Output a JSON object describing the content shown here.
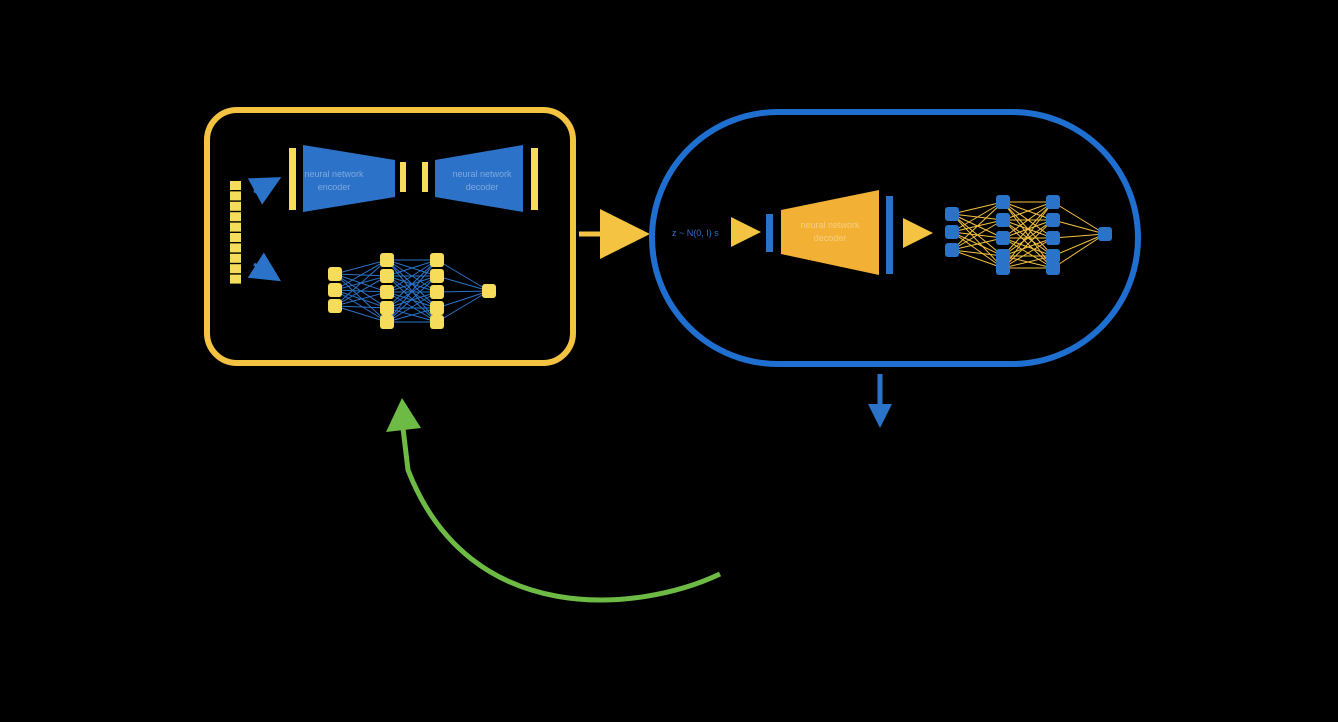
{
  "colors": {
    "background": "#000000",
    "training_box": "#f5c342",
    "generation_box": "#1f6fd1",
    "feedback_arrow": "#6dbb45",
    "encoder_fill": "#2b72c8",
    "decoder_fill": "#f2b035",
    "yellow_node": "#f5dc5a",
    "blue_node": "#2a73c9"
  },
  "training_block": {
    "encoder_label_line1": "neural network",
    "encoder_label_line2": "encoder",
    "decoder_label_line1": "neural network",
    "decoder_label_line2": "decoder"
  },
  "generation_block": {
    "sample_label": "z ~ N(0, I) s",
    "decoder_label_line1": "neural network",
    "decoder_label_line2": "decoder"
  },
  "icons": {
    "right_arrow": "arrow-right-icon",
    "down_arrow": "arrow-down-icon",
    "feedback_arrow": "curved-arrow-up-icon"
  }
}
